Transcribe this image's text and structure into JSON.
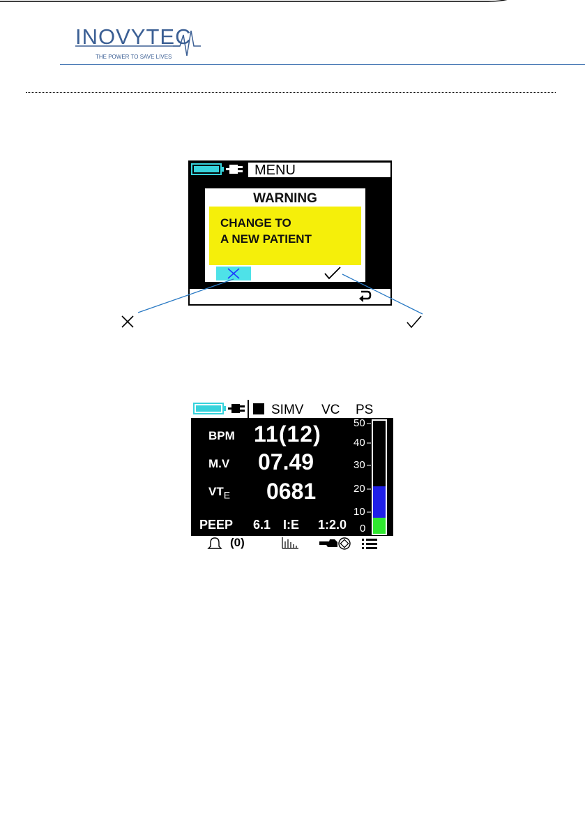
{
  "logo": {
    "brand": "INOVYTEC",
    "tagline": "THE POWER TO SAVE LIVES"
  },
  "warning_screen": {
    "menu_label": "MENU",
    "dialog": {
      "title": "WARNING",
      "message_line1": "CHANGE TO",
      "message_line2": "A NEW PATIENT"
    },
    "cancel_icon": "x-icon",
    "confirm_icon": "check-icon",
    "return_icon": "return-icon"
  },
  "legend": {
    "cancel_icon": "x-icon",
    "confirm_icon": "check-icon"
  },
  "ventilation_screen": {
    "mode": {
      "primary": "SIMV",
      "secondary": "VC",
      "support": "PS"
    },
    "params": [
      {
        "label": "BPM",
        "value": "11(12)"
      },
      {
        "label": "M.V",
        "value": "07.49"
      },
      {
        "label": "VT",
        "label_sub": "E",
        "value": "0681"
      }
    ],
    "bottom": {
      "peep_label": "PEEP",
      "peep_value": "6.1",
      "ie_label": "I:E",
      "ie_value": "1:2.0"
    },
    "pressure_scale": [
      "50",
      "40",
      "30",
      "20",
      "10",
      "0"
    ],
    "pressure_bar": {
      "green_level": 7,
      "blue_level": 21,
      "max": 50
    },
    "footer": {
      "alarm_count": "(0)",
      "icons": [
        "bell-icon",
        "trend-icon",
        "hand-icon",
        "menu-icon"
      ]
    },
    "colors": {
      "bar_blue": "#1f1fe8",
      "bar_green": "#2fe82f",
      "battery": "#37d3dc"
    }
  }
}
